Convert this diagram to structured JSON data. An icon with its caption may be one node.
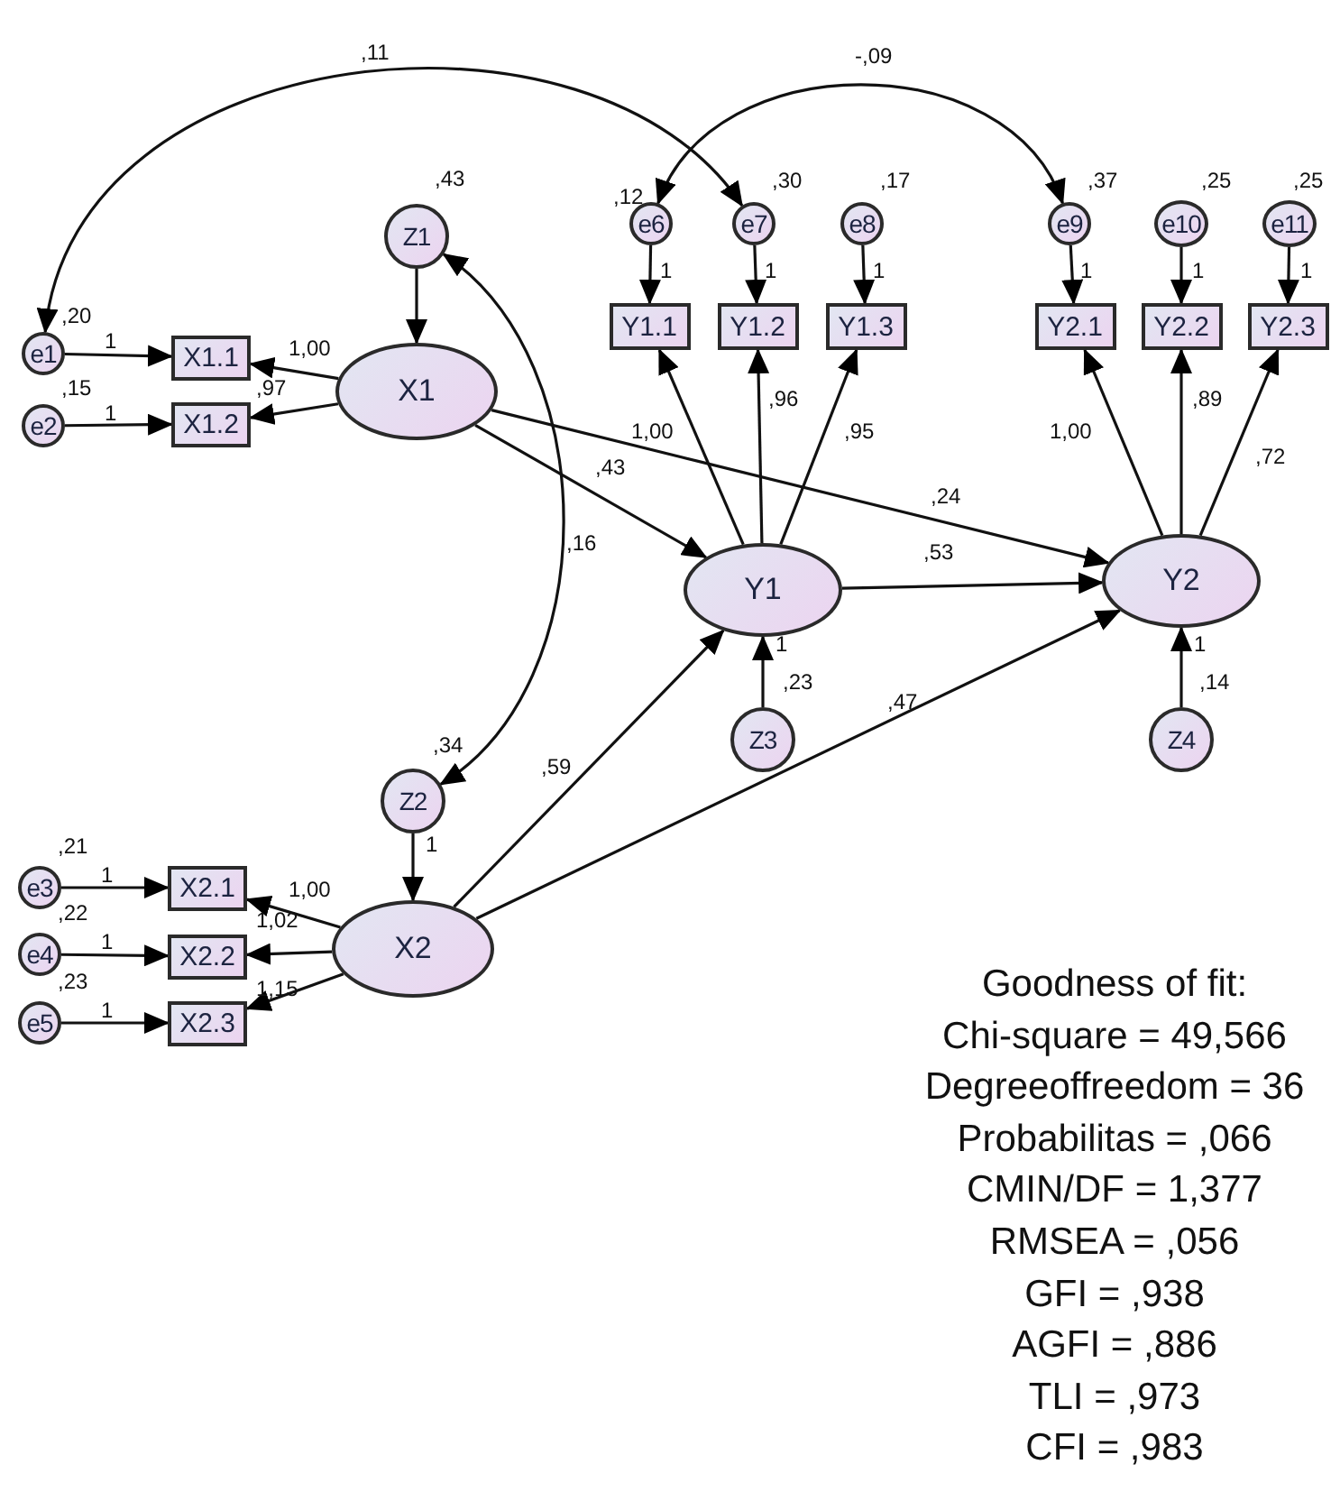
{
  "diagram": {
    "nodes": [
      {
        "text": [
          "e1"
        ],
        "beside": [
          ",20"
        ]
      },
      {
        "text": [
          "e2"
        ],
        "beside": [
          ",15"
        ]
      },
      {
        "text": [
          "X1.1"
        ]
      },
      {
        "text": [
          "X1.2"
        ]
      },
      {
        "text": [
          "Z1"
        ],
        "beside": [
          ",43"
        ]
      },
      {
        "text": [
          "X1"
        ]
      },
      {
        "text": [
          "e6"
        ],
        "beside": [
          ",12"
        ]
      },
      {
        "text": [
          "e7"
        ],
        "beside": [
          ",30"
        ]
      },
      {
        "text": [
          "e8"
        ],
        "beside": [
          ",17"
        ]
      },
      {
        "text": [
          "e9"
        ],
        "beside": [
          ",37"
        ]
      },
      {
        "text": [
          "e10"
        ],
        "beside": [
          ",25"
        ]
      },
      {
        "text": [
          "e11"
        ],
        "beside": [
          ",25"
        ]
      },
      {
        "text": [
          "Y1.1"
        ]
      },
      {
        "text": [
          "Y1.2"
        ]
      },
      {
        "text": [
          "Y1.3"
        ]
      },
      {
        "text": [
          "Y2.1"
        ]
      },
      {
        "text": [
          "Y2.2"
        ]
      },
      {
        "text": [
          "Y2.3"
        ]
      },
      {
        "text": [
          "Y1"
        ]
      },
      {
        "text": [
          "Y2"
        ]
      },
      {
        "text": [
          "Z3"
        ],
        "beside": [
          ",23"
        ]
      },
      {
        "text": [
          "Z4"
        ],
        "beside": [
          ",14"
        ]
      },
      {
        "text": [
          "Z2"
        ],
        "beside": [
          ",34"
        ]
      },
      {
        "text": [
          "X2"
        ]
      },
      {
        "text": [
          "e3"
        ],
        "beside": [
          ",21"
        ]
      },
      {
        "text": [
          "e4"
        ],
        "beside": [
          ",22"
        ]
      },
      {
        "text": [
          "e5"
        ],
        "beside": [
          ",23"
        ]
      },
      {
        "text": [
          "X2.1"
        ]
      },
      {
        "text": [
          "X2.2"
        ]
      },
      {
        "text": [
          "X2.3"
        ]
      }
    ],
    "edges": [
      {
        "from": 0,
        "to": 2,
        "arrow": "to",
        "label": "1"
      },
      {
        "from": 1,
        "to": 3,
        "arrow": "to",
        "label": "1"
      },
      {
        "from": 5,
        "to": 2,
        "arrow": "to",
        "label": "1,00"
      },
      {
        "from": 5,
        "to": 3,
        "arrow": "to",
        "label": ",97"
      },
      {
        "from": 4,
        "to": 5,
        "arrow": "to"
      },
      {
        "from": 0,
        "to": 7,
        "arrow": "both",
        "label": ",11"
      },
      {
        "from": 6,
        "to": 9,
        "arrow": "both",
        "label": "-,09"
      },
      {
        "from": 4,
        "to": 22,
        "arrow": "both",
        "label": ",16"
      },
      {
        "from": 6,
        "to": 12,
        "arrow": "to",
        "label": "1"
      },
      {
        "from": 7,
        "to": 13,
        "arrow": "to",
        "label": "1"
      },
      {
        "from": 8,
        "to": 14,
        "arrow": "to",
        "label": "1"
      },
      {
        "from": 9,
        "to": 15,
        "arrow": "to",
        "label": "1"
      },
      {
        "from": 10,
        "to": 16,
        "arrow": "to",
        "label": "1"
      },
      {
        "from": 11,
        "to": 17,
        "arrow": "to",
        "label": "1"
      },
      {
        "from": 18,
        "to": 12,
        "arrow": "to",
        "label": "1,00"
      },
      {
        "from": 18,
        "to": 13,
        "arrow": "to",
        "label": ",96"
      },
      {
        "from": 18,
        "to": 14,
        "arrow": "to",
        "label": ",95"
      },
      {
        "from": 19,
        "to": 15,
        "arrow": "to",
        "label": "1,00"
      },
      {
        "from": 19,
        "to": 16,
        "arrow": "to",
        "label": ",89"
      },
      {
        "from": 19,
        "to": 17,
        "arrow": "to",
        "label": ",72"
      },
      {
        "from": 5,
        "to": 18,
        "arrow": "to",
        "label": ",43"
      },
      {
        "from": 5,
        "to": 19,
        "arrow": "to",
        "label": ",24"
      },
      {
        "from": 18,
        "to": 19,
        "arrow": "to",
        "label": ",53"
      },
      {
        "from": 23,
        "to": 18,
        "arrow": "to",
        "label": ",59"
      },
      {
        "from": 23,
        "to": 19,
        "arrow": "to",
        "label": ",47"
      },
      {
        "from": 20,
        "to": 18,
        "arrow": "to",
        "label": "1"
      },
      {
        "from": 21,
        "to": 19,
        "arrow": "to",
        "label": "1"
      },
      {
        "from": 22,
        "to": 23,
        "arrow": "to",
        "label": "1"
      },
      {
        "from": 24,
        "to": 27,
        "arrow": "to",
        "label": "1"
      },
      {
        "from": 25,
        "to": 28,
        "arrow": "to",
        "label": "1"
      },
      {
        "from": 26,
        "to": 29,
        "arrow": "to",
        "label": "1"
      },
      {
        "from": 23,
        "to": 27,
        "arrow": "to",
        "label": "1,00"
      },
      {
        "from": 23,
        "to": 28,
        "arrow": "to",
        "label": "1,02"
      },
      {
        "from": 23,
        "to": 29,
        "arrow": "to",
        "label": "1,15"
      }
    ],
    "labels": [
      "Goodness of fit:",
      "Chi-square = 49,566",
      "Degreeoffreedom = 36",
      "Probabilitas = ,066",
      "CMIN/DF = 1,377",
      "RMSEA = ,056",
      "GFI = ,938",
      "AGFI = ,886",
      "TLI = ,973",
      "CFI = ,983"
    ]
  }
}
